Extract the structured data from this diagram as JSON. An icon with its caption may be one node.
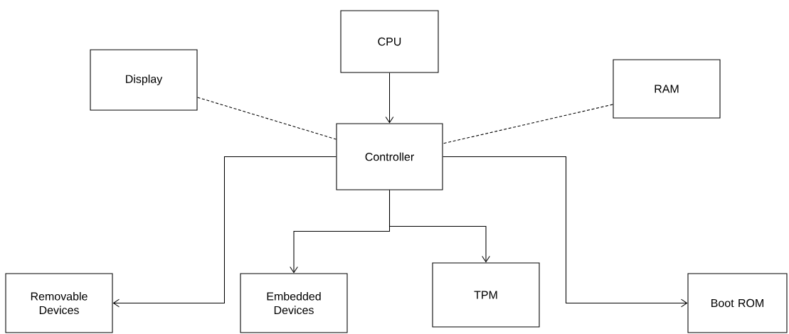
{
  "diagram": {
    "nodes": [
      {
        "text": [
          "CPU"
        ]
      },
      {
        "text": [
          "Display"
        ]
      },
      {
        "text": [
          "RAM"
        ]
      },
      {
        "text": [
          "Controller"
        ]
      },
      {
        "text": [
          "Removable Devices"
        ]
      },
      {
        "text": [
          "Embedded Devices"
        ]
      },
      {
        "text": [
          "TPM"
        ]
      },
      {
        "text": [
          "Boot ROM"
        ]
      }
    ],
    "edges": [
      {
        "from": 0,
        "to": 3,
        "arrow": "to"
      },
      {
        "from": 1,
        "to": 3,
        "arrow": "none",
        "style": "dashed"
      },
      {
        "from": 2,
        "to": 3,
        "arrow": "none",
        "style": "dashed"
      },
      {
        "from": 3,
        "to": 4,
        "arrow": "to"
      },
      {
        "from": 3,
        "to": 5,
        "arrow": "to"
      },
      {
        "from": 3,
        "to": 6,
        "arrow": "to"
      },
      {
        "from": 3,
        "to": 7,
        "arrow": "to"
      }
    ]
  }
}
